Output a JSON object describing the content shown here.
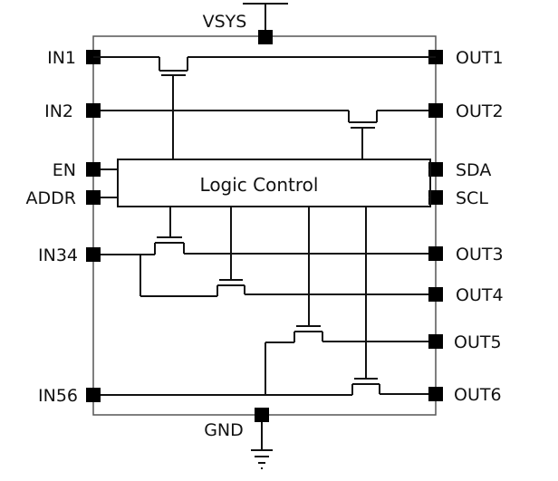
{
  "pins": {
    "vsys": "VSYS",
    "gnd": "GND",
    "in1": "IN1",
    "in2": "IN2",
    "en": "EN",
    "addr": "ADDR",
    "in34": "IN34",
    "in56": "IN56",
    "out1": "OUT1",
    "out2": "OUT2",
    "sda": "SDA",
    "scl": "SCL",
    "out3": "OUT3",
    "out4": "OUT4",
    "out5": "OUT5",
    "out6": "OUT6"
  },
  "logic_block": {
    "label": "Logic Control"
  },
  "colors": {
    "line": "#111111",
    "pin": "#000000",
    "chip_outline": "#555555",
    "background": "#ffffff"
  }
}
